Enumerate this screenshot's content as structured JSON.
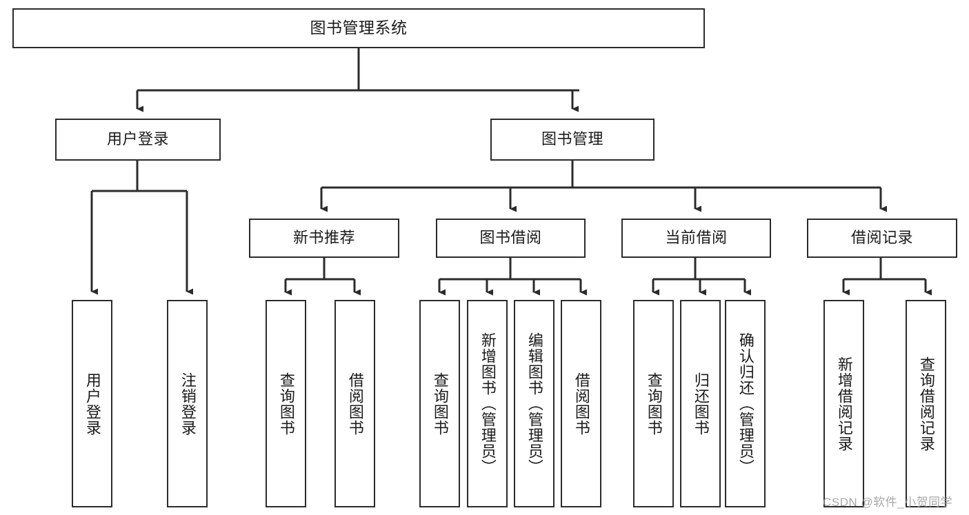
{
  "diagram": {
    "title": "图书管理系统",
    "type": "tree-hierarchy",
    "watermark": "CSDN @软件_小贺同学",
    "colors": {
      "box_border": "#2b2b2b",
      "box_fill": "#ffffff",
      "edge": "#2b2b2b",
      "text": "#1a1a1a",
      "watermark": "#9a9a9a",
      "background": "#ffffff"
    },
    "nodes": {
      "root": {
        "label": "图书管理系统"
      },
      "level2": [
        {
          "id": "user-login",
          "label": "用户登录"
        },
        {
          "id": "book-manage",
          "label": "图书管理"
        }
      ],
      "level3": [
        {
          "id": "new-book-recommend",
          "label": "新书推荐"
        },
        {
          "id": "book-borrow",
          "label": "图书借阅"
        },
        {
          "id": "current-borrow",
          "label": "当前借阅"
        },
        {
          "id": "borrow-record",
          "label": "借阅记录"
        }
      ],
      "leaves": {
        "user-login": [
          {
            "id": "leaf-user-login",
            "label": "用户登录"
          },
          {
            "id": "leaf-user-logout",
            "label": "注销登录"
          }
        ],
        "new-book-recommend": [
          {
            "id": "leaf-query-book-1",
            "label": "查询图书"
          },
          {
            "id": "leaf-borrow-book-1",
            "label": "借阅图书"
          }
        ],
        "book-borrow": [
          {
            "id": "leaf-query-book-2",
            "label": "查询图书"
          },
          {
            "id": "leaf-add-book",
            "label": "新增图书（管理员）"
          },
          {
            "id": "leaf-edit-book",
            "label": "编辑图书（管理员）"
          },
          {
            "id": "leaf-borrow-book-2",
            "label": "借阅图书"
          }
        ],
        "current-borrow": [
          {
            "id": "leaf-query-book-3",
            "label": "查询图书"
          },
          {
            "id": "leaf-return-book",
            "label": "归还图书"
          },
          {
            "id": "leaf-confirm-return",
            "label": "确认归还（管理员）"
          }
        ],
        "borrow-record": [
          {
            "id": "leaf-add-record",
            "label": "新增借阅记录"
          },
          {
            "id": "leaf-query-record",
            "label": "查询借阅记录"
          }
        ]
      }
    }
  }
}
